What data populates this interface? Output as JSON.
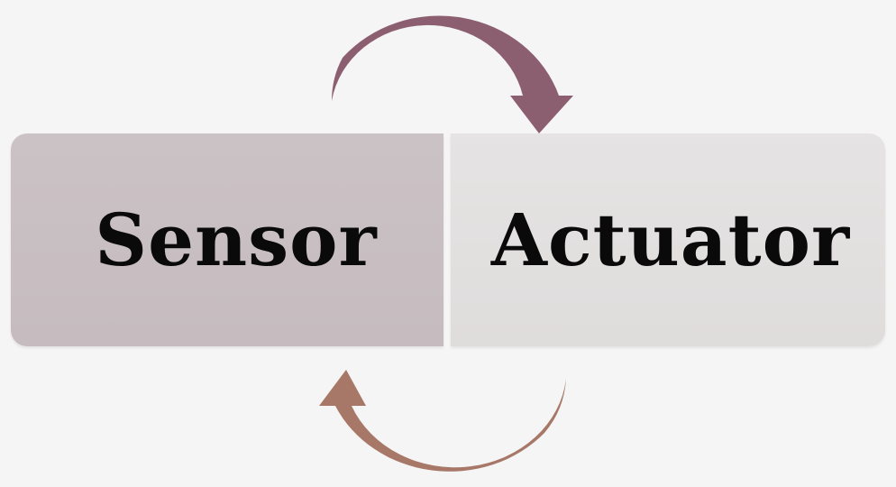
{
  "diagram": {
    "nodes": [
      {
        "id": "sensor",
        "label": "Sensor"
      },
      {
        "id": "actuator",
        "label": "Actuator"
      }
    ],
    "edges": [
      {
        "from": "sensor",
        "to": "actuator",
        "position": "top"
      },
      {
        "from": "actuator",
        "to": "sensor",
        "position": "bottom"
      }
    ]
  },
  "colors": {
    "top_arrow": "#8c5f70",
    "bottom_arrow": "#a77868",
    "sensor_box": "#c8bfc2",
    "actuator_box": "#e3e1e1",
    "background": "#f6f5f5",
    "text": "#0a0a0a"
  }
}
